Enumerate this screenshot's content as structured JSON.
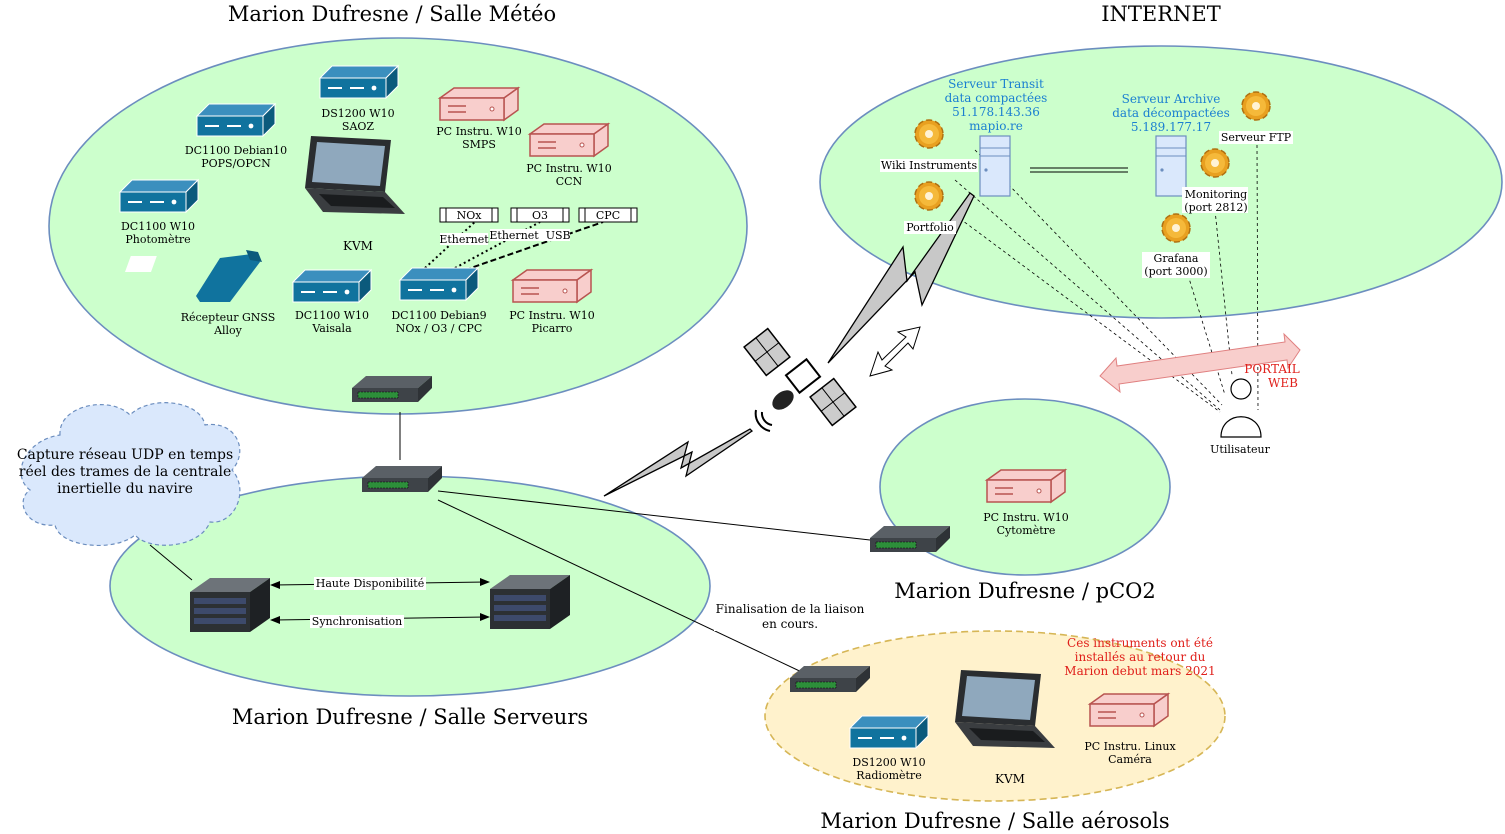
{
  "zones": {
    "meteo": "Marion Dufresne / Salle Météo",
    "internet": "INTERNET",
    "serveurs": "Marion Dufresne / Salle Serveurs",
    "pco2": "Marion Dufresne / pCO2",
    "aerosols": "Marion Dufresne / Salle aérosols"
  },
  "meteo": {
    "ds1200": [
      "DS1200 W10",
      "SAOZ"
    ],
    "dc1100_debian10": [
      "DC1100 Debian10",
      "POPS/OPCN"
    ],
    "dc1100_photometre": [
      "DC1100 W10",
      "Photomètre"
    ],
    "kvm": "KVM",
    "gnss": [
      "Récepteur GNSS",
      "Alloy"
    ],
    "dc1100_vaisala": [
      "DC1100 W10",
      "Vaisala"
    ],
    "dc1100_debian9": [
      "DC1100 Debian9",
      "NOx / O3 / CPC"
    ],
    "pc_smps": [
      "PC Instru. W10",
      "SMPS"
    ],
    "pc_ccn": [
      "PC Instru. W10",
      "CCN"
    ],
    "pc_picarro": [
      "PC Instru. W10",
      "Picarro"
    ],
    "nox": "NOx",
    "o3": "O3",
    "cpc": "CPC",
    "ethernet1": "Ethernet",
    "ethernet_usb": "Ethernet  USB"
  },
  "internet": {
    "transit": [
      "Serveur Transit",
      "data compactées",
      "51.178.143.36",
      "mapio.re"
    ],
    "archive": [
      "Serveur Archive",
      "data décompactées",
      "5.189.177.17"
    ],
    "wiki": "Wiki Instruments",
    "portfolio": "Portfolio",
    "ftp": "Serveur FTP",
    "monitoring": [
      "Monitoring",
      "(port 2812)"
    ],
    "grafana": [
      "Grafana",
      "(port 3000)"
    ],
    "portail": [
      "PORTAIL",
      "WEB"
    ],
    "user": "Utilisateur"
  },
  "serveurs": {
    "cloud": [
      "Capture réseau UDP en temps",
      "réel des trames de la centrale",
      "inertielle du navire"
    ],
    "ha": "Haute Disponibilité",
    "sync": "Synchronisation"
  },
  "pco2": {
    "pc_cyto": [
      "PC Instru. W10",
      "Cytomètre"
    ]
  },
  "aerosols": {
    "finalisation": [
      "Finalisation de la liaison",
      "en cours."
    ],
    "note": [
      "Ces instruments ont été",
      "installés au retour du",
      "Marion debut mars 2021"
    ],
    "ds1200": [
      "DS1200 W10",
      "Radiomètre"
    ],
    "kvm": "KVM",
    "pc_linux": [
      "PC Instru. Linux",
      "Caméra"
    ]
  },
  "colors": {
    "zone_green": "#ccffcc",
    "zone_yellow": "#fff2cc",
    "zone_border": "#6c8ebf",
    "cloud_fill": "#dae8fc",
    "instrument_blue": "#10739e",
    "pc_pink": "#f8cecc",
    "pc_pink_border": "#b85450",
    "label_blue": "#1a7fd1",
    "label_red": "#e0201b"
  }
}
